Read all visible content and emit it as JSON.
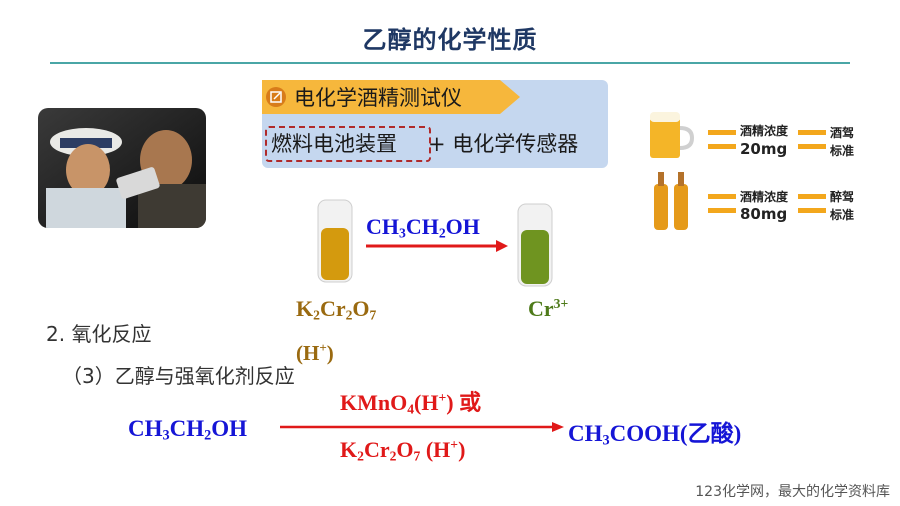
{
  "title": "乙醇的化学性质",
  "sensor_panel": {
    "banner": "电化学酒精测试仪",
    "fuel_cell": "燃料电池装置",
    "plus_sensor": "+ 电化学传感器"
  },
  "legend": {
    "row1": {
      "label": "酒精浓度",
      "value": "20mg",
      "verdict_line1": "酒驾",
      "verdict_line2": "标准"
    },
    "row2": {
      "label": "酒精浓度",
      "value": "80mg",
      "verdict_line1": "醉驾",
      "verdict_line2": "标准"
    }
  },
  "reaction1": {
    "reagent": [
      "CH",
      "3",
      "CH",
      "2",
      "OH"
    ],
    "reactant": [
      "K",
      "2",
      "Cr",
      "2",
      "O",
      "7"
    ],
    "condition": [
      "(H",
      "+",
      ")"
    ],
    "product": [
      "Cr",
      "3+"
    ]
  },
  "section2": "2. 氧化反应",
  "section3": "（3）乙醇与强氧化剂反应",
  "reaction2": {
    "left": [
      "CH",
      "3",
      "CH",
      "2",
      "OH"
    ],
    "above": [
      "KMnO",
      "4",
      "(H",
      "+",
      ") 或"
    ],
    "below": [
      "K",
      "2",
      "Cr",
      "2",
      "O",
      "7",
      " (H",
      "+",
      ")"
    ],
    "right": [
      "CH",
      "3",
      "COOH(乙酸)"
    ]
  },
  "colors": {
    "title": "#1f3864",
    "blue_formula": "#1515d6",
    "red_formula": "#e01919",
    "orange_formula": "#9a6a10",
    "green_formula": "#4e7a1a",
    "panel": "#c5d7ef",
    "banner": "#f6b73c"
  },
  "footer": "123化学网，最大的化学资料库"
}
